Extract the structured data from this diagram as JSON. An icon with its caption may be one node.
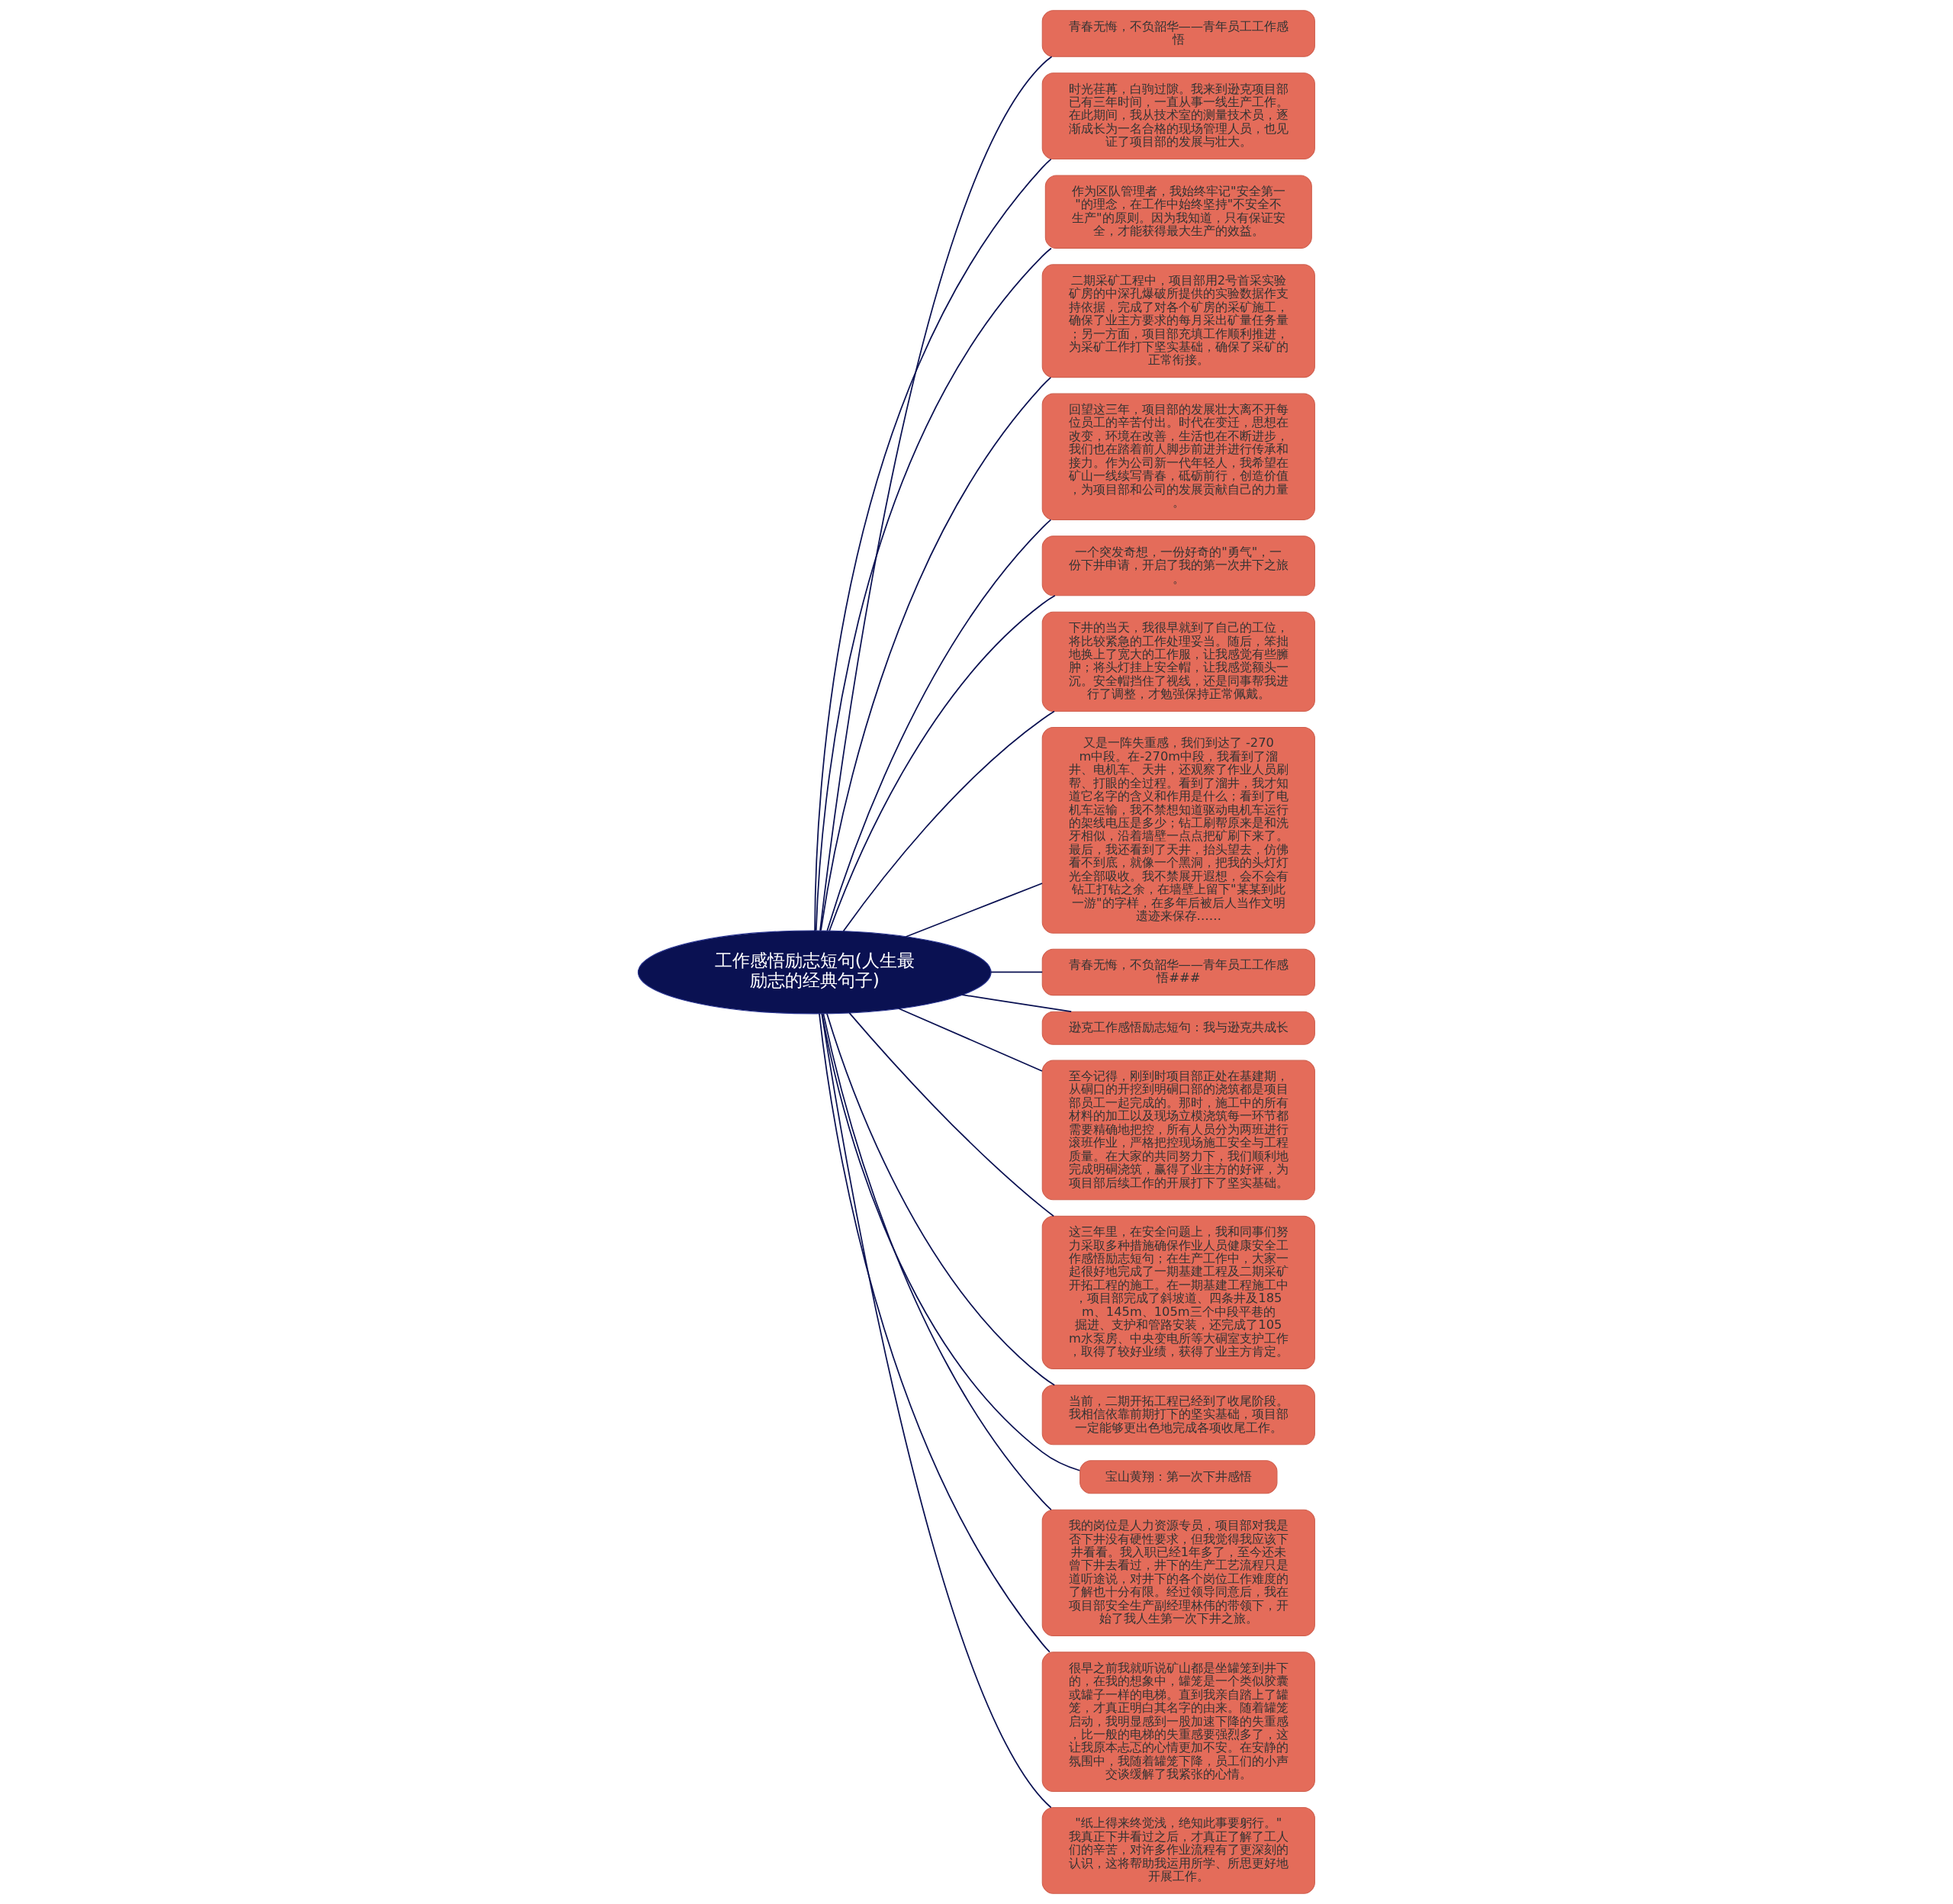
{
  "diagram": {
    "nodes": [
      {
        "text": [
          "工作感悟励志短句(人生最励志的经典句子)"
        ]
      },
      {
        "text": [
          "青春无悔，不负韶华——青年员工工作感悟"
        ]
      },
      {
        "text": [
          "时光荏苒，白驹过隙。我来到逊克项目部已有三年时间，一直从事一线生产工作。在此期间，我从技术室的测量技术员，逐渐成长为一名合格的现场管理人员，也见证了项目部的发展与壮大。"
        ]
      },
      {
        "text": [
          "作为区队管理者，我始终牢记\"安全第一\"的理念，在工作中始终坚持\"不安全不生产\"的原则。因为我知道，只有保证安全，才能获得最大生产的效益。"
        ]
      },
      {
        "text": [
          "二期采矿工程中，项目部用2号首采实验矿房的中深孔爆破所提供的实验数据作支持依据，完成了对各个矿房的采矿施工，确保了业主方要求的每月采出矿量任务量；另一方面，项目部充填工作顺利推进，为采矿工作打下坚实基础，确保了采矿的正常衔接。"
        ]
      },
      {
        "text": [
          "回望这三年，项目部的发展壮大离不开每位员工的辛苦付出。时代在变迁，思想在改变，环境在改善，生活也在不断进步，我们也在踏着前人脚步前进并进行传承和接力。作为公司新一代年轻人，我希望在矿山一线续写青春，砥砺前行，创造价值，为项目部和公司的发展贡献自己的力量。"
        ]
      },
      {
        "text": [
          "一个突发奇想，一份好奇的\"勇气\"，一份下井申请，开启了我的第一次井下之旅。"
        ]
      },
      {
        "text": [
          "下井的当天，我很早就到了自己的工位，将比较紧急的工作处理妥当。随后，笨拙地换上了宽大的工作服，让我感觉有些臃肿；将头灯挂上安全帽，让我感觉额头一沉。安全帽挡住了视线，还是同事帮我进行了调整，才勉强保持正常佩戴。"
        ]
      },
      {
        "text": [
          "又是一阵失重感，我们到达了 -270m中段。在-270m中段，我看到了溜井、电机车、天井，还观察了作业人员刷帮、打眼的全过程。看到了溜井，我才知道它名字的含义和作用是什么；看到了电机车运输，我不禁想知道驱动电机车运行的架线电压是多少；钻工刷帮原来是和洗牙相似，沿着墙壁一点点把矿刷下来了。最后，我还看到了天井，抬头望去，仿佛看不到底，就像一个黑洞，把我的头灯灯光全部吸收。我不禁展开遐想，会不会有钻工打钻之余，在墙壁上留下\"某某到此一游\"的字样，在多年后被后人当作文明遗迹来保存……"
        ]
      },
      {
        "text": [
          "青春无悔，不负韶华——青年员工工作感悟###"
        ]
      },
      {
        "text": [
          "逊克工作感悟励志短句：我与逊克共成长"
        ]
      },
      {
        "text": [
          "至今记得，刚到时项目部正处在基建期，从硐口的开挖到明硐口部的浇筑都是项目部员工一起完成的。那时，施工中的所有材料的加工以及现场立模浇筑每一环节都需要精确地把控，所有人员分为两班进行滚班作业，严格把控现场施工安全与工程质量。在大家的共同努力下，我们顺利地完成明硐浇筑，赢得了业主方的好评，为项目部后续工作的开展打下了坚实基础。"
        ]
      },
      {
        "text": [
          "这三年里，在安全问题上，我和同事们努力采取多种措施确保作业人员健康安全工作感悟励志短句；在生产工作中，大家一起很好地完成了一期基建工程及二期采矿开拓工程的施工。在一期基建工程施工中，项目部完成了斜坡道、四条井及185m、145m、105m三个中段平巷的掘进、支护和管路安装，还完成了105m水泵房、中央变电所等大硐室支护工作，取得了较好业绩，获得了业主方肯定。"
        ]
      },
      {
        "text": [
          "当前，二期开拓工程已经到了收尾阶段。我相信依靠前期打下的坚实基础，项目部一定能够更出色地完成各项收尾工作。"
        ]
      },
      {
        "text": [
          "宝山黄翔：第一次下井感悟"
        ]
      },
      {
        "text": [
          "我的岗位是人力资源专员，项目部对我是否下井没有硬性要求，但我觉得我应该下井看看。我入职已经1年多了，至今还未曾下井去看过，井下的生产工艺流程只是道听途说，对井下的各个岗位工作难度的了解也十分有限。经过领导同意后，我在项目部安全生产副经理林伟的带领下，开始了我人生第一次下井之旅。"
        ]
      },
      {
        "text": [
          "很早之前我就听说矿山都是坐罐笼到井下的，在我的想象中，罐笼是一个类似胶囊或罐子一样的电梯。直到我亲自踏上了罐笼，才真正明白其名字的由来。随着罐笼启动，我明显感到一股加速下降的失重感，比一般的电梯的失重感要强烈多了，这让我原本忐忑的心情更加不安。在安静的氛围中，我随着罐笼下降，员工们的小声交谈缓解了我紧张的心情。"
        ]
      },
      {
        "text": [
          "\"纸上得来终觉浅，绝知此事要躬行。\"我真正下井看过之后，才真正了解了工人们的辛苦，对许多作业流程有了更深刻的认识，这将帮助我运用所学、所思更好地开展工作。"
        ]
      }
    ],
    "edges": [
      {
        "from": 0,
        "to": 1,
        "arrow": "none"
      },
      {
        "from": 0,
        "to": 2,
        "arrow": "none"
      },
      {
        "from": 0,
        "to": 3,
        "arrow": "none"
      },
      {
        "from": 0,
        "to": 4,
        "arrow": "none"
      },
      {
        "from": 0,
        "to": 5,
        "arrow": "none"
      },
      {
        "from": 0,
        "to": 6,
        "arrow": "none"
      },
      {
        "from": 0,
        "to": 7,
        "arrow": "none"
      },
      {
        "from": 0,
        "to": 8,
        "arrow": "none"
      },
      {
        "from": 0,
        "to": 9,
        "arrow": "none"
      },
      {
        "from": 0,
        "to": 10,
        "arrow": "none"
      },
      {
        "from": 0,
        "to": 11,
        "arrow": "none"
      },
      {
        "from": 0,
        "to": 12,
        "arrow": "none"
      },
      {
        "from": 0,
        "to": 13,
        "arrow": "none"
      },
      {
        "from": 0,
        "to": 14,
        "arrow": "none"
      },
      {
        "from": 0,
        "to": 15,
        "arrow": "none"
      },
      {
        "from": 0,
        "to": 16,
        "arrow": "none"
      },
      {
        "from": 0,
        "to": 17,
        "arrow": "none"
      }
    ]
  }
}
